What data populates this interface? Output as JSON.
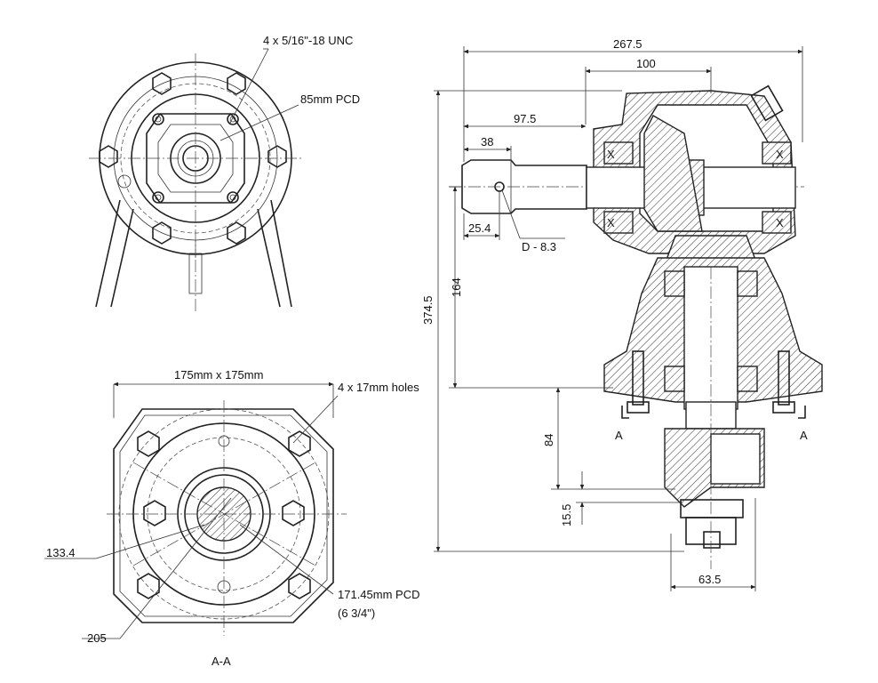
{
  "labels": {
    "top_bolts": "4 x 5/16\"-18 UNC",
    "top_pcd": "85mm PCD",
    "square": "175mm x 175mm",
    "holes": "4 x 17mm holes",
    "d133": "133.4",
    "pcd171": "171.45mm PCD",
    "pcd171_inch": "(6 3/4\")",
    "d205": "205",
    "section": "A-A",
    "d267": "267.5",
    "d100": "100",
    "d97": "97.5",
    "d38": "38",
    "d25": "25.4",
    "d_hole": "D - 8.3",
    "d374": "374.5",
    "d164": "164",
    "d84": "84",
    "d15": "15.5",
    "d63": "63.5",
    "cut_left": "A",
    "cut_right": "A"
  }
}
